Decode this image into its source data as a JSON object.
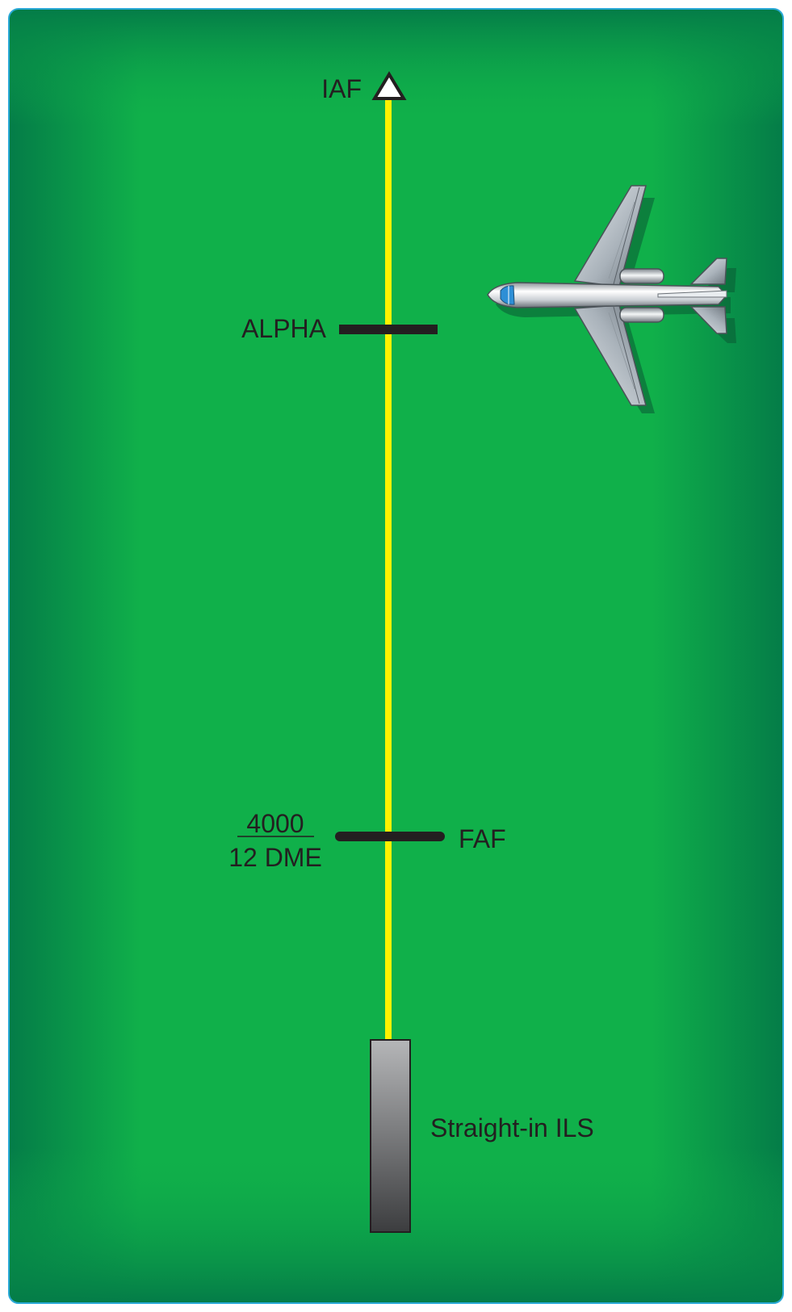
{
  "labels": {
    "iaf": "IAF",
    "alpha": "ALPHA",
    "altitude": "4000",
    "dme": "12 DME",
    "faf": "FAF",
    "procedure": "Straight-in ILS"
  },
  "colors": {
    "background_center": "#10b04a",
    "background_edge": "#047c48",
    "border": "#2aa9d6",
    "course_line": "#fff200",
    "fix_marker": "#231f20",
    "runway_top": "#b5b6b8",
    "runway_bottom": "#3c3d3f",
    "text": "#231f20"
  },
  "icons": {
    "iaf_symbol": "triangle-icon",
    "aircraft": "jet-aircraft-icon"
  }
}
